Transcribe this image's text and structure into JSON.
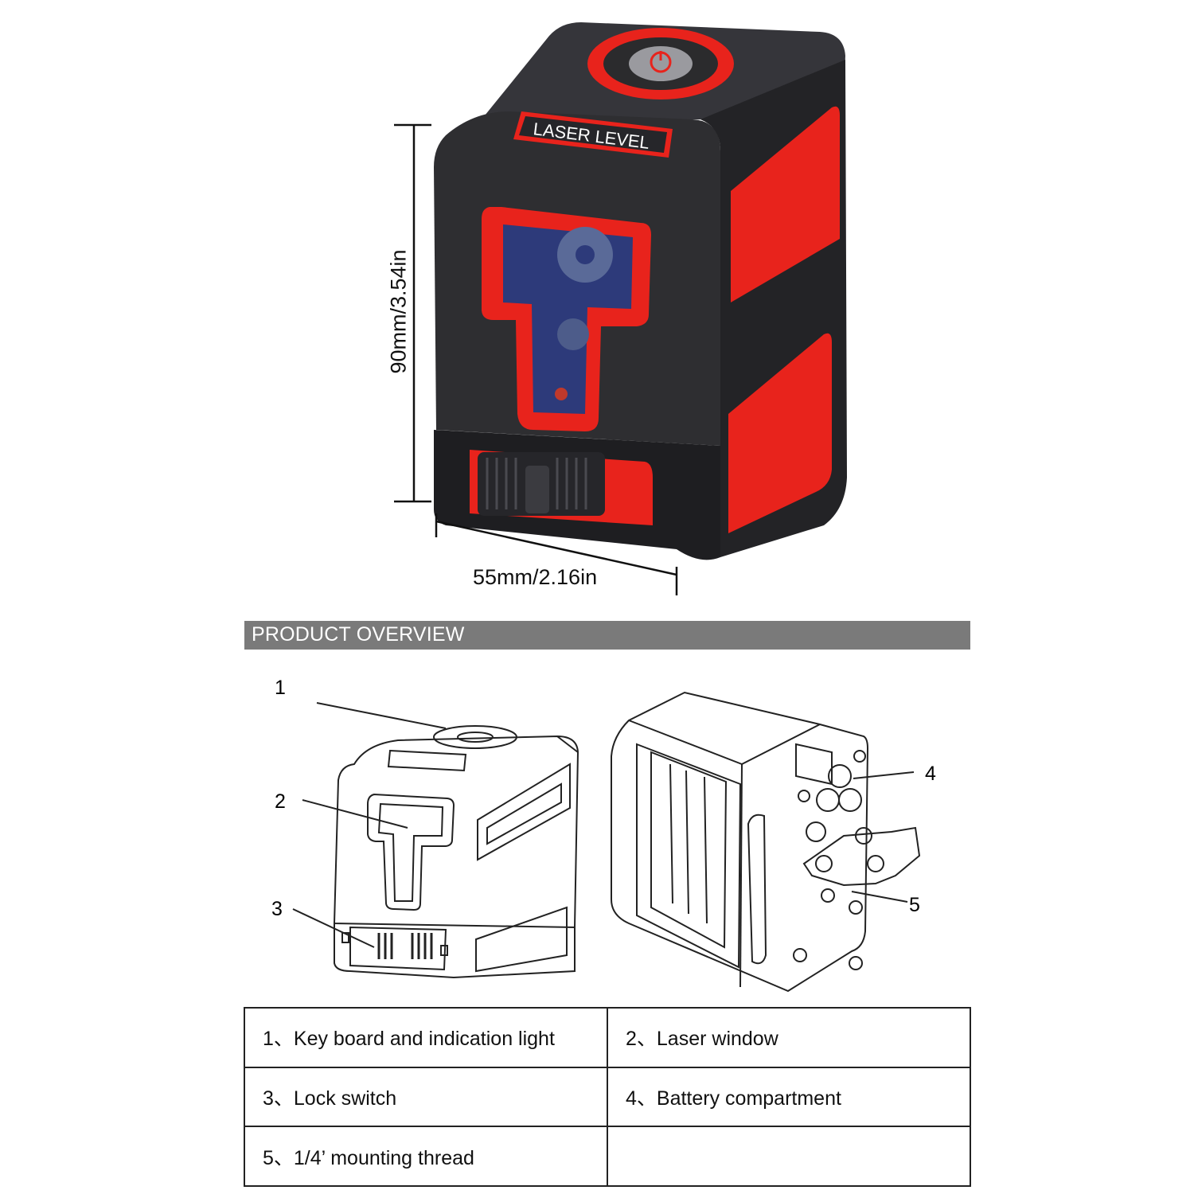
{
  "product": {
    "badge_text": "LASER LEVEL",
    "dimension_height": "90mm/3.54in",
    "dimension_width": "55mm/2.16in"
  },
  "colors": {
    "body_dark": "#2b2b2d",
    "accent_red": "#e8231c",
    "header_gray": "#7a7a7a",
    "header_text": "#ffffff"
  },
  "overview": {
    "title": "PRODUCT OVERVIEW",
    "callouts": [
      "1",
      "2",
      "3",
      "4",
      "5"
    ]
  },
  "parts_table": {
    "rows": [
      [
        "1、Key board and indication light",
        "2、Laser window"
      ],
      [
        "3、Lock switch",
        "4、Battery compartment"
      ],
      [
        "5、1/4’ mounting thread",
        ""
      ]
    ]
  }
}
